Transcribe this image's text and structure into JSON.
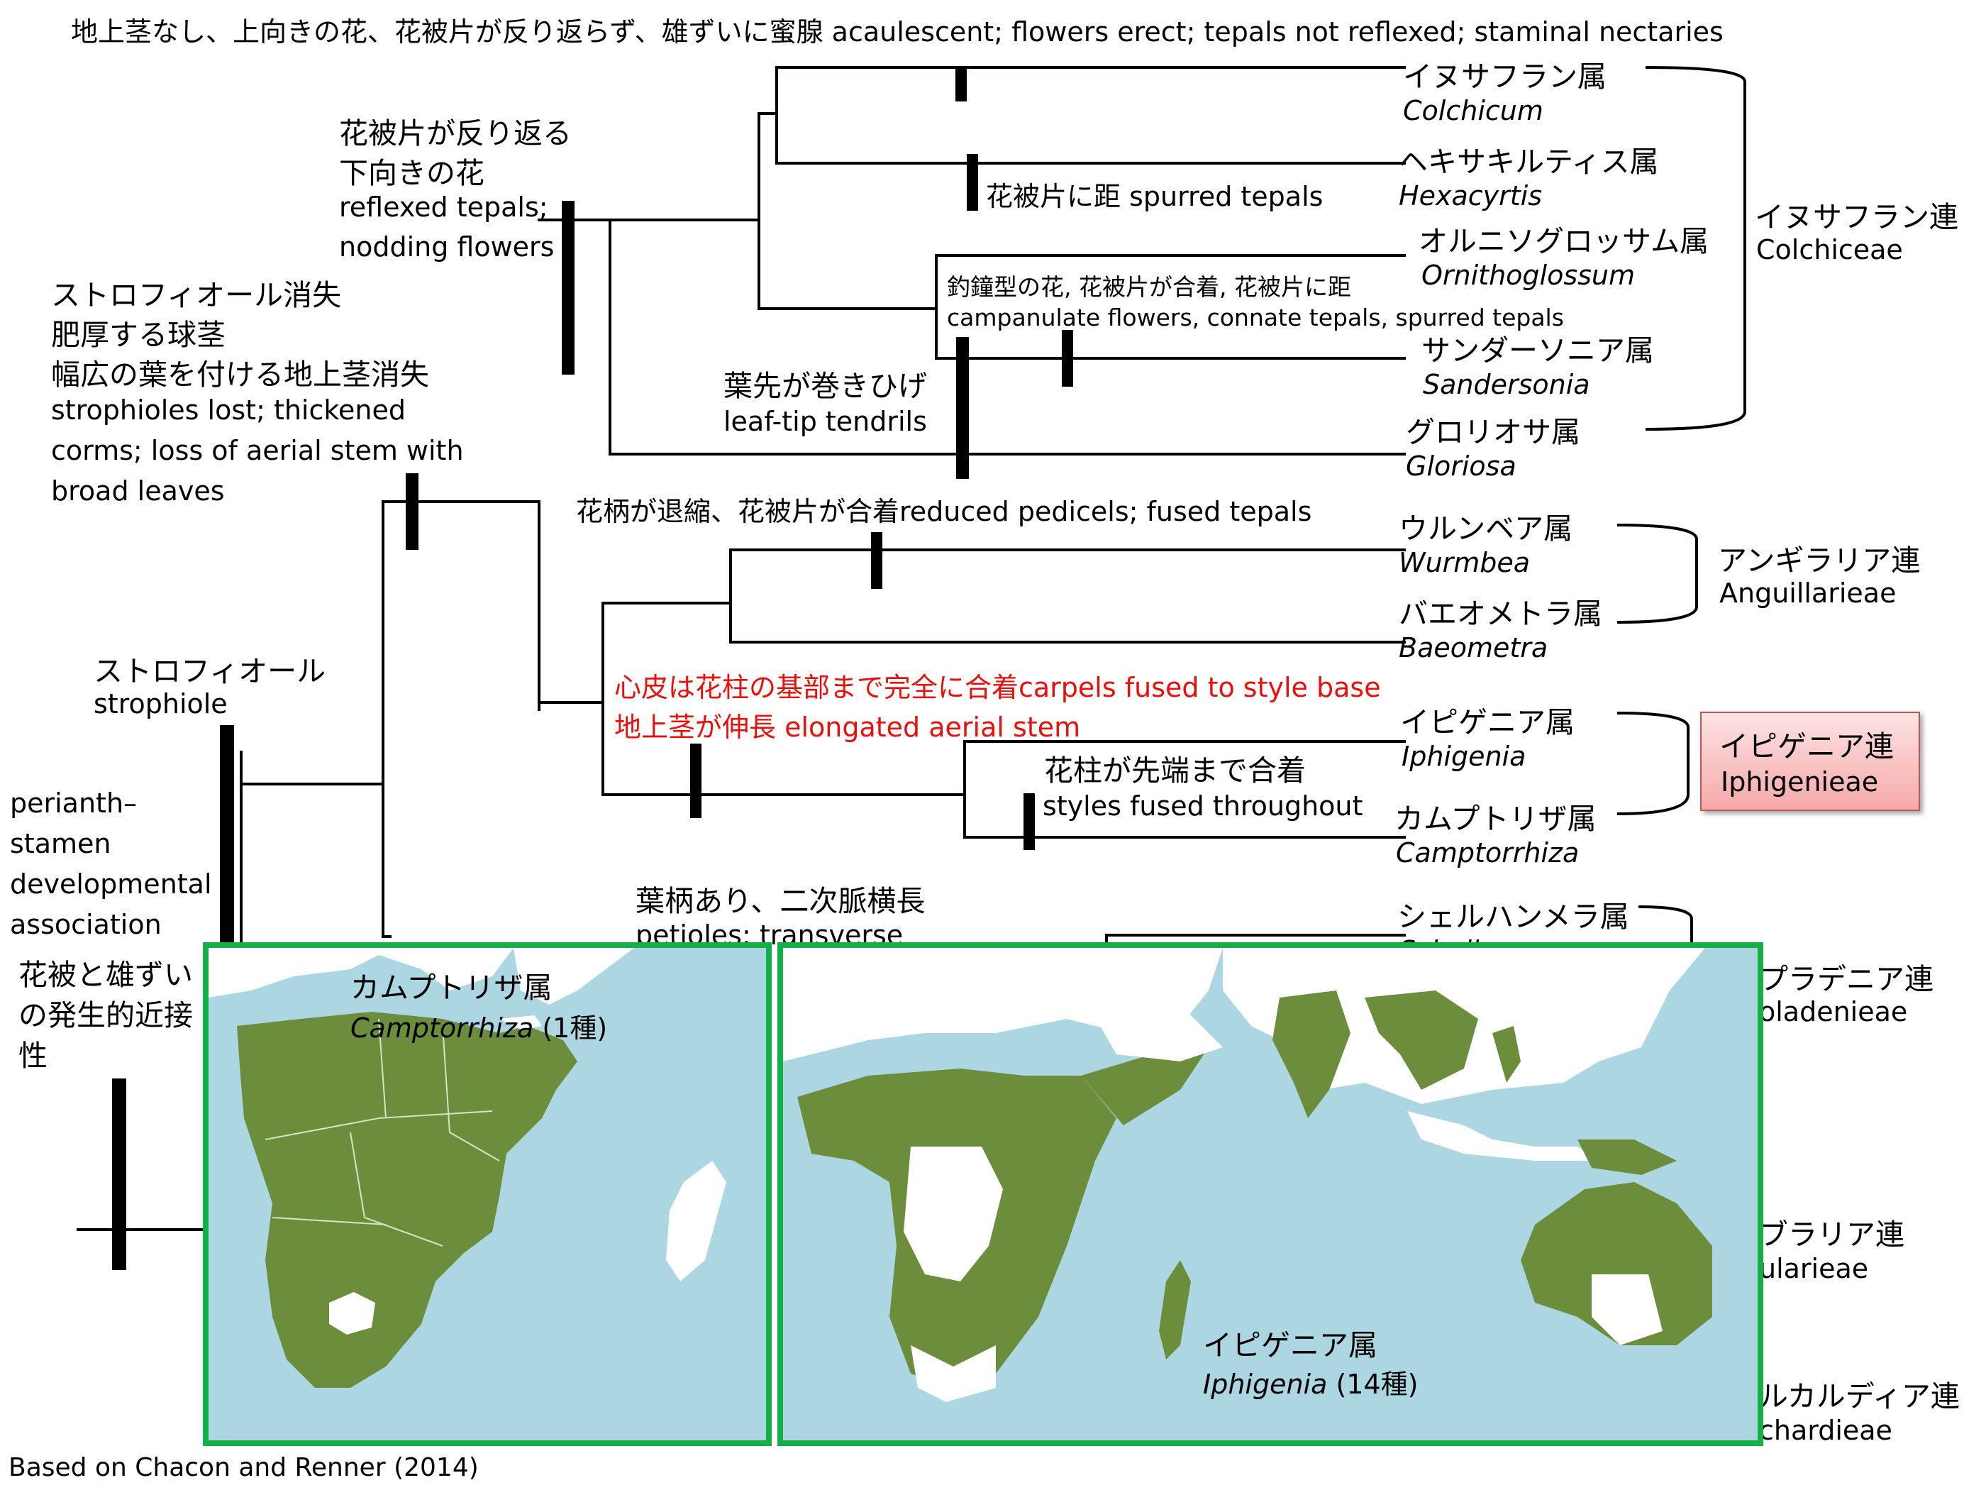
{
  "top_note": "地上茎なし、上向きの花、花被片が反り返らず、雄ずいに蜜腺 acaulescent; flowers erect; tepals not reflexed; staminal nectaries",
  "characters": {
    "reflexed_jp_1": "花被片が反り返る",
    "reflexed_jp_2": "下向きの花",
    "reflexed_en_1": "reflexed tepals;",
    "reflexed_en_2": "nodding flowers",
    "corm_jp_1": "ストロフィオール消失",
    "corm_jp_2": "肥厚する球茎",
    "corm_jp_3": "幅広の葉を付ける地上茎消失",
    "corm_en": "strophioles lost; thickened corms; loss of aerial stem with broad leaves",
    "spurred": "花被片に距 spurred tepals",
    "campanulate_jp": "釣鐘型の花, 花被片が合着, 花被片に距",
    "campanulate_en": "campanulate flowers, connate tepals, spurred tepals",
    "tendril_jp": "葉先が巻きひげ",
    "tendril_en": "leaf-tip tendrils",
    "pedicel": "花柄が退縮、花被片が合着reduced pedicels; fused tepals",
    "carpels": "心皮は花柱の基部まで完全に合着carpels fused to style base",
    "stem": "地上茎が伸長 elongated aerial stem",
    "styles_jp": "花柱が先端まで合着",
    "styles_en": "styles fused throughout",
    "strophiole_jp": "ストロフィオール",
    "strophiole_en": "strophiole",
    "perianth_en": "perianth–stamen developmental association",
    "perianth_jp": "花被と雄ずいの発生的近接性",
    "petiole_jp": "葉柄あり、二次脈横長",
    "petiole_en": "petioles; transverse"
  },
  "genera": [
    {
      "jp": "イヌサフラン属",
      "latin": "Colchicum"
    },
    {
      "jp": "ヘキサキルティス属",
      "latin": "Hexacyrtis"
    },
    {
      "jp": "オルニソグロッサム属",
      "latin": "Ornithoglossum"
    },
    {
      "jp": "サンダーソニア属",
      "latin": "Sandersonia"
    },
    {
      "jp": "グロリオサ属",
      "latin": "Gloriosa"
    },
    {
      "jp": "ウルンベア属",
      "latin": "Wurmbea"
    },
    {
      "jp": "バエオメトラ属",
      "latin": "Baeometra"
    },
    {
      "jp": "イピゲニア属",
      "latin": "Iphigenia"
    },
    {
      "jp": "カムプトリザ属",
      "latin": "Camptorrhiza"
    },
    {
      "jp": "シェルハンメラ属",
      "latin": "Schelhammera"
    }
  ],
  "tribes": [
    {
      "jp": "イヌサフラン連",
      "en": "Colchiceae"
    },
    {
      "jp": "アンギラリア連",
      "en": "Anguillarieae"
    },
    {
      "jp": "イピゲニア連",
      "en": "Iphigenieae"
    },
    {
      "jp": "プラデニア連",
      "en": "oladenieae"
    },
    {
      "jp": "ブラリア連",
      "en": "ularieae"
    },
    {
      "jp": "ルカルディア連",
      "en": "chardieae"
    }
  ],
  "maps": {
    "left_jp": "カムプトリザ属",
    "left_latin": "Camptorrhiza",
    "left_count": " (1種)",
    "right_jp": "イピゲニア属",
    "right_latin": "Iphigenia",
    "right_count": " (14種)",
    "ocean_color": "#acd7e2",
    "range_color": "#6c8d3c",
    "land_color": "#ffffff",
    "frame_color": "#12b047"
  },
  "colors": {
    "highlight_red": "#e8100b",
    "tribe_box_fill": "#f6a9a9"
  },
  "source": "Based on Chacon and Renner (2014)"
}
